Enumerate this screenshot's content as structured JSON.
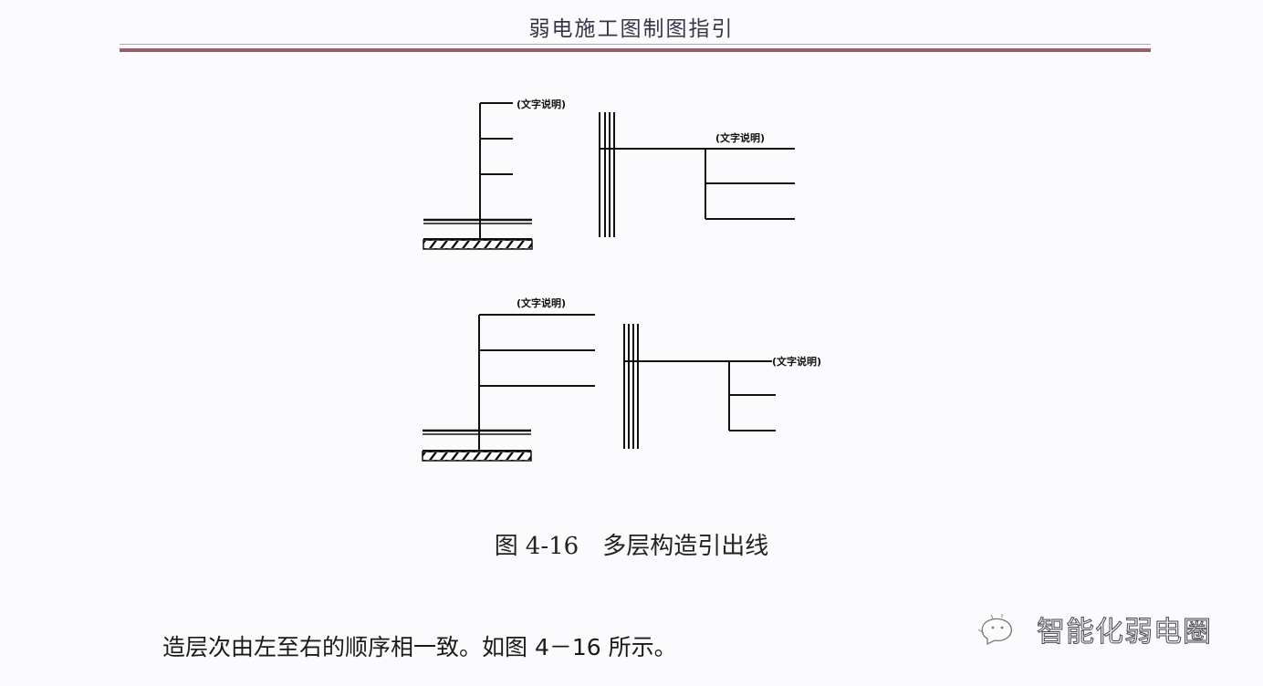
{
  "header": {
    "title": "弱电施工图制图指引",
    "rule_colors": {
      "thin": "#b8a8ae",
      "thick": "#9c5c68"
    }
  },
  "figure": {
    "label_text": "(文字说明)",
    "diagrams": [
      {
        "id": "top-left",
        "type": "floor-slab-vertical-leader",
        "branches": 3,
        "label_position": "top-end"
      },
      {
        "id": "top-right",
        "type": "wall-horizontal-leader",
        "branches": 3,
        "label_position": "above-top-branch"
      },
      {
        "id": "bottom-left",
        "type": "floor-slab-vertical-leader",
        "branches": 3,
        "label_position": "above-top-branch"
      },
      {
        "id": "bottom-right",
        "type": "wall-horizontal-leader",
        "branches": 3,
        "label_position": "end-of-main-line"
      }
    ],
    "caption_prefix": "图",
    "caption_number": "4-16",
    "caption_title": "多层构造引出线"
  },
  "body": {
    "text": "造层次由左至右的顺序相一致。如图 4－16 所示。"
  },
  "watermark": {
    "icon": "wechat-bubble-icon",
    "text": "智能化弱电圈"
  }
}
